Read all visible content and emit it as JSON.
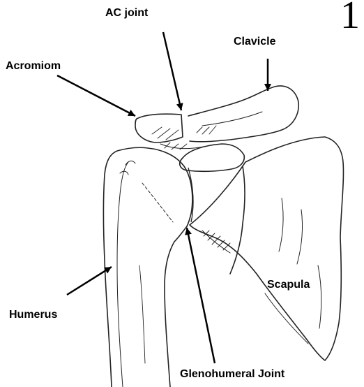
{
  "labels": {
    "ac_joint": "AC joint",
    "clavicle": "Clavicle",
    "acromion": "Acromiom",
    "scapula": "Scapula",
    "humerus": "Humerus",
    "glenohumeral": "Glenohumeral Joint"
  },
  "corner_glyph": "1",
  "colors": {
    "ink": "#000000",
    "background": "#ffffff"
  }
}
